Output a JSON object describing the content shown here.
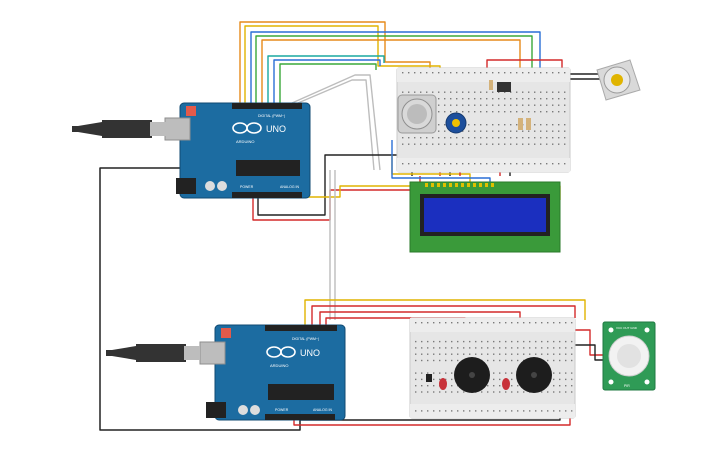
{
  "boards": [
    {
      "id": "uno-top",
      "logo_text": "UNO",
      "brand": "ARDUINO",
      "digital_label": "DIGITAL (PWM~)",
      "power_label": "POWER",
      "analog_label": "ANALOG IN"
    },
    {
      "id": "uno-bottom",
      "logo_text": "UNO",
      "brand": "ARDUINO",
      "digital_label": "DIGITAL (PWM~)",
      "power_label": "POWER",
      "analog_label": "ANALOG IN"
    }
  ],
  "components": {
    "pir_sensor_label_top": "VCC  OUT  GND",
    "pir_sensor_label_bottom": "PIR"
  },
  "colors": {
    "board_blue": "#1c6ca1",
    "breadboard": "#e9e9e9",
    "lcd_green": "#2e8b2e",
    "lcd_screen": "#1f2fbf",
    "pir_green": "#2f9b56",
    "wire_red": "#d42a2a",
    "wire_black": "#222222",
    "wire_yellow": "#e0b400",
    "wire_orange": "#e68a1a",
    "wire_blue": "#2a6fd6",
    "wire_green": "#3aa83a",
    "wire_teal": "#1aa9a0",
    "wire_gray": "#bdbdbd"
  }
}
